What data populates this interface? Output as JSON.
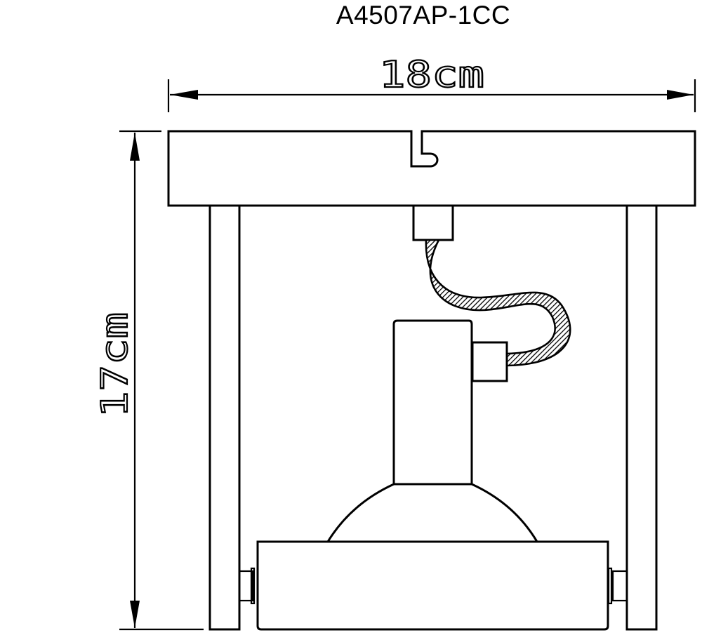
{
  "drawing": {
    "model_code": "A4507AP-1CC",
    "dimensions": {
      "width_label": "18cm",
      "height_label": "17cm"
    },
    "parts": [
      "ceiling-base-plate",
      "left-bracket-arm",
      "right-bracket-arm",
      "top-cable-connector",
      "flexible-cable",
      "side-cable-connector",
      "lamp-stem",
      "lamp-dome",
      "lamp-body",
      "left-pivot",
      "right-pivot"
    ],
    "colors": {
      "line": "#000000",
      "background": "#ffffff"
    }
  }
}
